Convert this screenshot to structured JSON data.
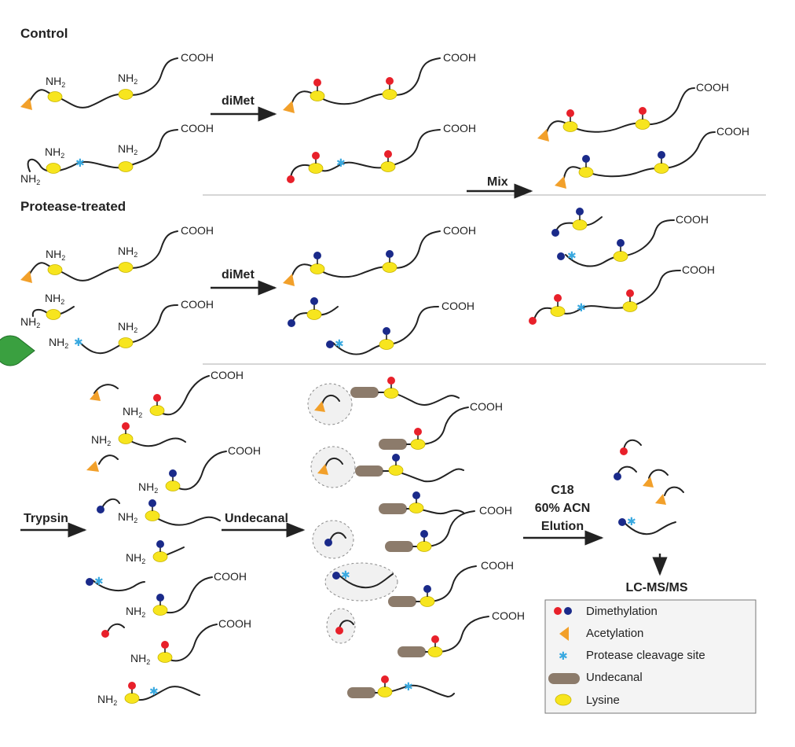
{
  "sections": {
    "control": "Control",
    "protease_treated": "Protease-treated"
  },
  "labels": {
    "cooh": "COOH",
    "nh2_base": "NH",
    "nh2_sub": "2"
  },
  "steps": {
    "dimet": "diMet",
    "mix": "Mix",
    "trypsin": "Trypsin",
    "undecanal": "Undecanal",
    "c18_line1": "C18",
    "c18_line2": "60% ACN",
    "c18_line3": "Elution",
    "lcms": "LC-MS/MS"
  },
  "legend": {
    "items": [
      {
        "label": "Dimethylation",
        "icon": "dimethylation-dots-icon"
      },
      {
        "label": "Acetylation",
        "icon": "acetylation-triangle-icon"
      },
      {
        "label": "Protease cleavage site",
        "icon": "cleavage-star-icon"
      },
      {
        "label": "Undecanal",
        "icon": "undecanal-pill-icon"
      },
      {
        "label": "Lysine",
        "icon": "lysine-oval-icon"
      }
    ]
  },
  "colors": {
    "heavy_label": "#e8202a",
    "light_label": "#1a2a8a",
    "acetylation": "#f2a02a",
    "cleavage_site": "#39a9e0",
    "undecanal": "#8c7b6b",
    "lysine": "#f7e51e",
    "protease": "#3aa040"
  }
}
